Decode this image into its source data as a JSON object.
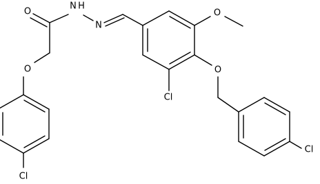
{
  "molecule": {
    "atoms": {
      "O_carbonyl": "O",
      "N1_hydrazide": "N",
      "H_hydrazide": "H",
      "N2_imine": "N",
      "O_methoxy": "O",
      "O_benzyloxy": "O",
      "Cl_center_ring": "Cl",
      "Cl_benzyl_ring": "Cl",
      "O_phenoxy": "O",
      "Cl_phenoxy_ring": "Cl"
    }
  }
}
